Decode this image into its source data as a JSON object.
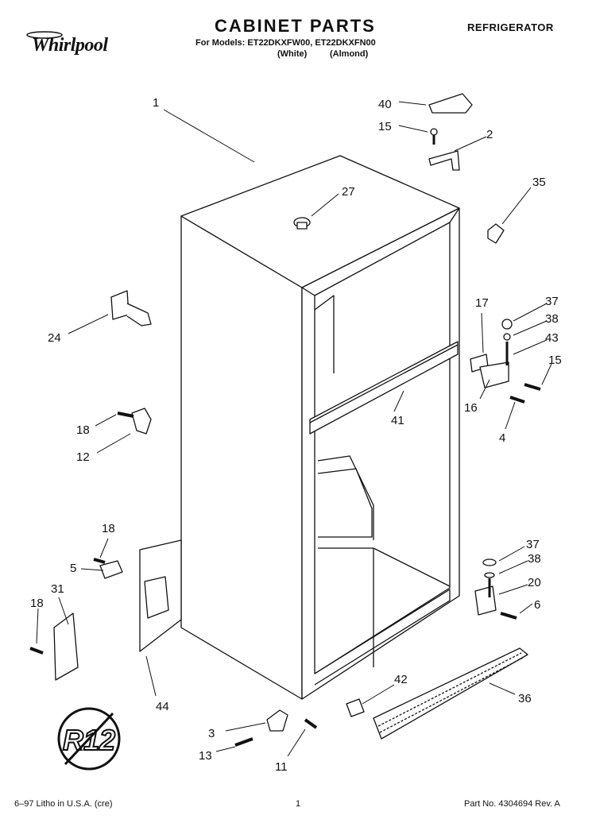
{
  "header": {
    "brand": "Whirlpool",
    "title": "CABINET PARTS",
    "category": "REFRIGERATOR",
    "models_line": "For Models: ET22DKXFW00, ET22DKXFN00",
    "color_1": "(White)",
    "color_2": "(Almond)"
  },
  "badge": "R12",
  "callouts": {
    "c1": "1",
    "c2": "2",
    "c3": "3",
    "c4": "4",
    "c5": "5",
    "c6": "6",
    "c11": "11",
    "c12": "12",
    "c13": "13",
    "c15a": "15",
    "c15b": "15",
    "c16": "16",
    "c17": "17",
    "c18a": "18",
    "c18b": "18",
    "c18c": "18",
    "c20": "20",
    "c24": "24",
    "c27": "27",
    "c31": "31",
    "c35": "35",
    "c36": "36",
    "c37a": "37",
    "c37b": "37",
    "c38a": "38",
    "c38b": "38",
    "c40": "40",
    "c41": "41",
    "c42": "42",
    "c43": "43",
    "c44": "44"
  },
  "footer": {
    "left": "6–97 Litho in U.S.A. (cre)",
    "page": "1",
    "part_number": "Part No. 4304694 Rev. A"
  }
}
